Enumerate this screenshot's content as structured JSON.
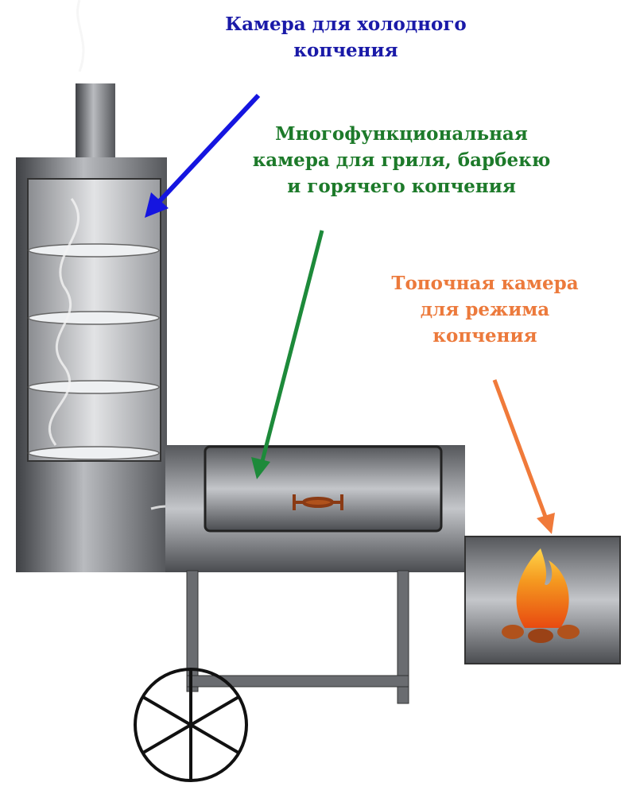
{
  "labels": {
    "cold_smoking_chamber": "Камера для холодного\nкопчения",
    "multifunction_chamber": "Многофункциональная\nкамера для гриля, барбекю\nи горячего копчения",
    "firebox": "Топочная камера\nдля режима\nкопчения"
  },
  "colors": {
    "cold_label": "#1a1aa8",
    "multi_label": "#1d7a2a",
    "fire_label": "#ec7a3c",
    "cold_arrow": "#1515e0",
    "multi_arrow": "#1d8a3a",
    "fire_arrow": "#f07a3a",
    "metal": "#7a7c80"
  }
}
